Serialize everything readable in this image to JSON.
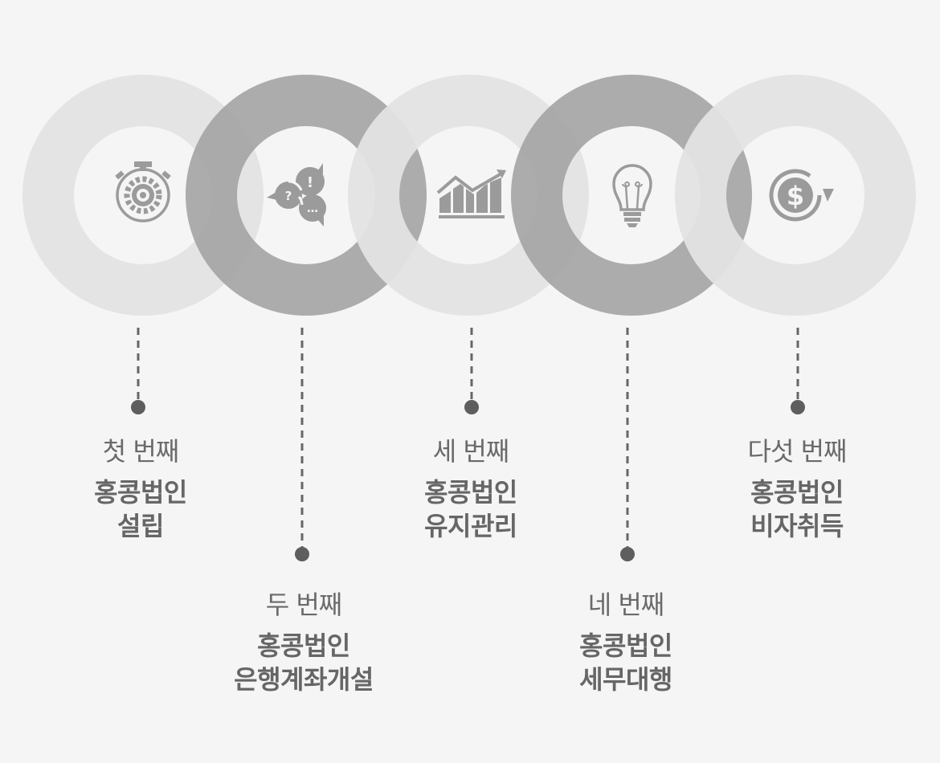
{
  "colors": {
    "ring_light": "#e3e3e3",
    "ring_dark": "#a5a5a5",
    "icon": "#9b9b9b",
    "connector": "#666666",
    "dot": "#5e5e5e",
    "background": "#f5f5f5"
  },
  "steps": [
    {
      "ordinal": "첫 번째",
      "title_lines": [
        "홍콩법인",
        "설립"
      ],
      "icon": "stopwatch-gear-icon"
    },
    {
      "ordinal": "두 번째",
      "title_lines": [
        "홍콩법인",
        "은행계좌개설"
      ],
      "icon": "speech-bubbles-icon"
    },
    {
      "ordinal": "세 번째",
      "title_lines": [
        "홍콩법인",
        "유지관리"
      ],
      "icon": "bar-chart-trend-icon"
    },
    {
      "ordinal": "네 번째",
      "title_lines": [
        "홍콩법인",
        "세무대행"
      ],
      "icon": "lightbulb-icon"
    },
    {
      "ordinal": "다섯 번째",
      "title_lines": [
        "홍콩법인",
        "비자취득"
      ],
      "icon": "dollar-refresh-icon"
    }
  ]
}
